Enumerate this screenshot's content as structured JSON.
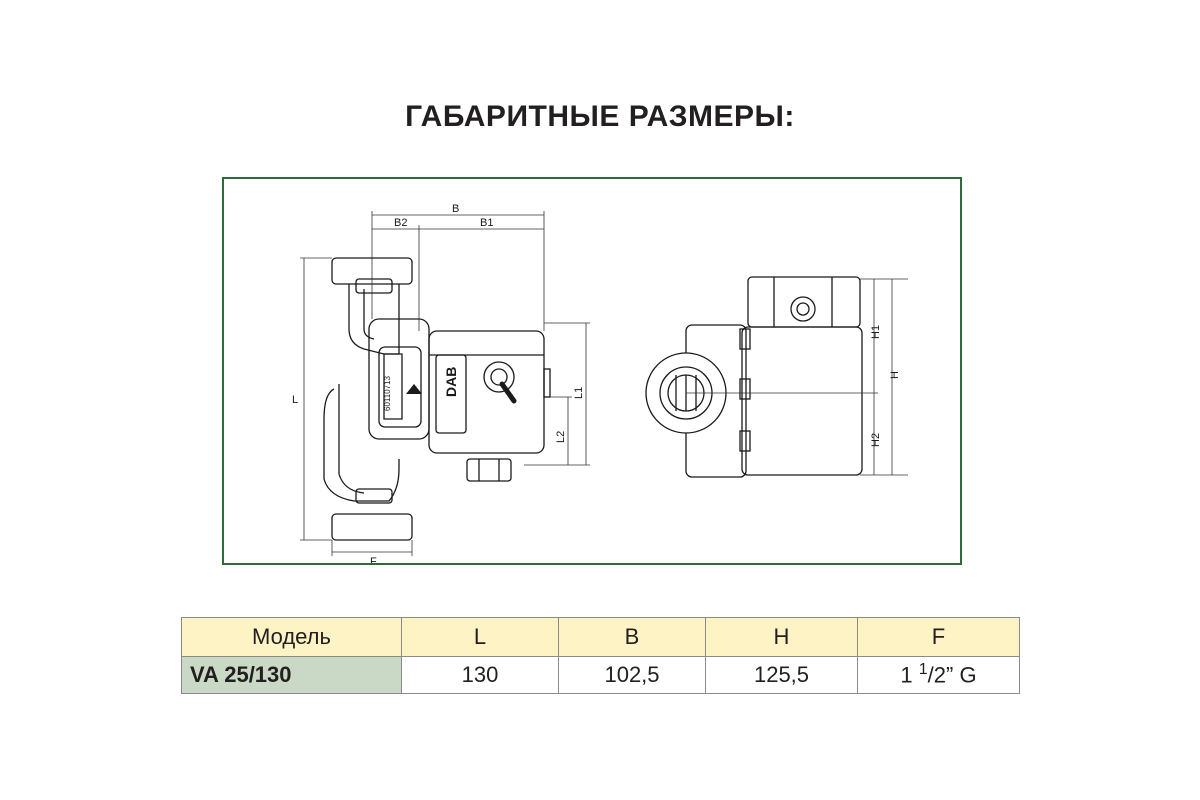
{
  "page": {
    "title": "ГАБАРИТНЫЕ РАЗМЕРЫ:"
  },
  "diagram": {
    "labels": {
      "B": "B",
      "B1": "B1",
      "B2": "B2",
      "L": "L",
      "L1": "L1",
      "L2": "L2",
      "F": "F",
      "H": "H",
      "H1": "H1",
      "H2": "H2"
    },
    "brand": "DAB",
    "stamp": "60110713"
  },
  "table": {
    "headers": [
      "Модель",
      "L",
      "B",
      "H",
      "F"
    ],
    "rows": [
      {
        "model": "VA 25/130",
        "L": "130",
        "B": "102,5",
        "H": "125,5",
        "F_whole": "1 ",
        "F_frac_num": "1",
        "F_frac_rest": "/2” G"
      }
    ]
  },
  "colors": {
    "frame": "#2e6b3a",
    "header_bg": "#fdf3c4",
    "model_bg": "#c9d9c5"
  }
}
